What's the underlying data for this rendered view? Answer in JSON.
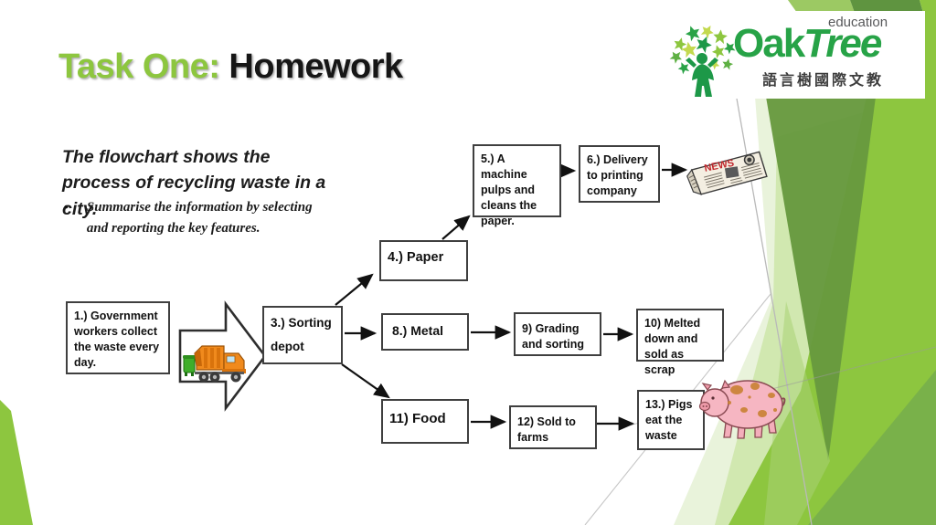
{
  "title": {
    "accent": "Task One:",
    "rest": "Homework"
  },
  "intro": {
    "line": "The flowchart shows the process of recycling waste in a city.",
    "bullet_glyph": "•",
    "bullet": "Summarise the information by selecting and reporting the key features."
  },
  "logo": {
    "oak": "Oak",
    "tree": "Tree",
    "education": "education",
    "chinese": "語言樹國際文教"
  },
  "flowchart": {
    "boxes": [
      {
        "label": "1.) Government workers collect the waste every day."
      },
      {
        "label": "3.) Sorting\ndepot"
      },
      {
        "label": "4.) Paper"
      },
      {
        "label": "5.) A machine pulps and cleans the paper."
      },
      {
        "label": "6.) Delivery to printing company"
      },
      {
        "label": "8.) Metal"
      },
      {
        "label": "9) Grading and sorting"
      },
      {
        "label": "10) Melted down and sold as scrap"
      },
      {
        "label": "11) Food"
      },
      {
        "label": "12) Sold to farms"
      },
      {
        "label": "13.) Pigs eat the waste"
      }
    ],
    "icons": {
      "truck": "garbage-truck",
      "newspaper": "newspaper",
      "pig": "pig",
      "news_masthead": "NEWS"
    }
  },
  "colors": {
    "accent_green": "#8DC63F",
    "logo_green": "#27A347",
    "dark_green": "#67993E",
    "medium_green": "#7CB349",
    "light_green": "#CDE5A8",
    "pale_green": "#E9F3DB",
    "box_border": "#3F3F3F",
    "news_red": "#C0272D"
  }
}
